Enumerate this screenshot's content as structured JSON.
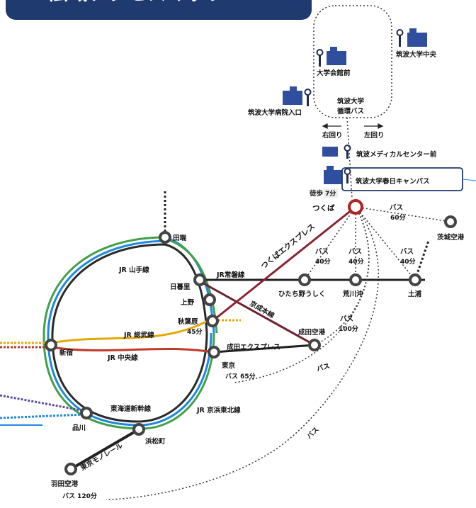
{
  "banner": {
    "title": "広域アクセスマップ"
  },
  "campus": {
    "loop_bus_label_1": "筑波大学",
    "loop_bus_label_2": "循環バス",
    "right_loop": "右回り",
    "left_loop": "左回り",
    "chuo": "筑波大学中央",
    "kaikan": "大学会館前",
    "byoin": "筑波大学病院入口",
    "medical": "筑波メディカルセンター前",
    "kasuga": "筑波大学春日キャンパス",
    "walk": "徒歩",
    "walk_time": "7分"
  },
  "stations": {
    "tsukuba": "つくば",
    "ibaraki_airport": "茨城空港",
    "hitachino": "ひたち野うしく",
    "arakawaoki": "荒川沖",
    "tsuchiura": "土浦",
    "tabata": "田端",
    "nippori": "日暮里",
    "ueno": "上野",
    "akihabara": "秋葉原",
    "akihabara_time": "45分",
    "narita": "成田空港",
    "shinjuku": "新宿",
    "tokyo": "東京",
    "tokyo_bus": "バス 65分",
    "shinagawa": "品川",
    "hamamatsucho": "浜松町",
    "haneda": "羽田空港",
    "haneda_bus": "バス 120分"
  },
  "lines": {
    "tx": "つくばエクスプレス",
    "yamanote": "JR 山手線",
    "joban": "JR常磐線",
    "keisei": "京成本線",
    "sobu": "JR 総武線",
    "chuo": "JR 中央線",
    "nex": "成田エクスプレス",
    "tokaido": "東海道新幹線",
    "keihin": "JR 京浜東北線",
    "monorail": "東京モノレール"
  },
  "bus": {
    "to_airport": "バス",
    "to_airport_time": "60分",
    "hitachino": "バス",
    "hitachino_time": "40分",
    "arakawaoki": "バス",
    "arakawaoki_time": "40分",
    "tsuchiura": "バス",
    "tsuchiura_time": "40分",
    "narita": "バス",
    "narita_time": "100分",
    "tokyo_link": "バス",
    "haneda_link": "バス"
  },
  "colors": {
    "banner": "#1f3a6e",
    "tsukuba_express": "#8b2232",
    "yamanote": "#2a2a2a",
    "sobu": "#e6a800",
    "chuo": "#c0392b",
    "keihin": "#1e88e5",
    "green": "#43a047",
    "keisei": "#6d1f2e"
  }
}
